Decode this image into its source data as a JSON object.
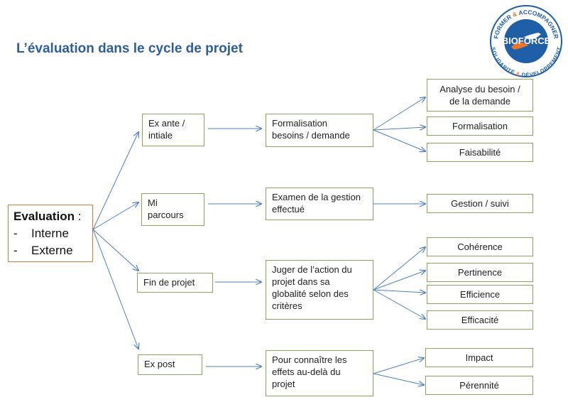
{
  "title": "L’évaluation dans le cycle de projet",
  "logo": {
    "main": "BIOFORCE",
    "top_text_1": "FORMER",
    "top_amp": "&",
    "top_text_2": "ACCOMPAGNER",
    "bottom_text_1": "SOLIDARITÉ",
    "bottom_amp": "&",
    "bottom_text_2": "DÉVELOPPEMENT",
    "colors": {
      "blue": "#1f5fa8",
      "orange": "#e8772e"
    }
  },
  "root": {
    "head": "Evaluation",
    "colon": " :",
    "items": [
      "Interne",
      "Externe"
    ]
  },
  "phases": [
    {
      "label": "Ex ante /\n intiale"
    },
    {
      "label": "Mi\nparcours"
    },
    {
      "label": "Fin de projet"
    },
    {
      "label": "Ex post"
    }
  ],
  "actions": [
    {
      "label": "Formalisation\nbesoins  / demande"
    },
    {
      "label": "Examen de la gestion\neffectué"
    },
    {
      "label": "Juger de l’action  du\nprojet dans sa\nglobalité selon des\ncritères"
    },
    {
      "label": "Pour connaître les\neffets au-delà  du\nprojet"
    }
  ],
  "outcomes": [
    {
      "label": "Analyse du besoin /\nde la demande"
    },
    {
      "label": "Formalisation"
    },
    {
      "label": "Faisabilité"
    },
    {
      "label": "Gestion / suivi"
    },
    {
      "label": "Cohérence"
    },
    {
      "label": "Pertinence"
    },
    {
      "label": "Efficience"
    },
    {
      "label": "Efficacité"
    },
    {
      "label": "Impact"
    },
    {
      "label": "Pérennité"
    }
  ],
  "colors": {
    "arrow": "#4f81bd",
    "box_border": "#8aa45a",
    "root_border": "#d07a40",
    "title": "#2e5f99"
  }
}
